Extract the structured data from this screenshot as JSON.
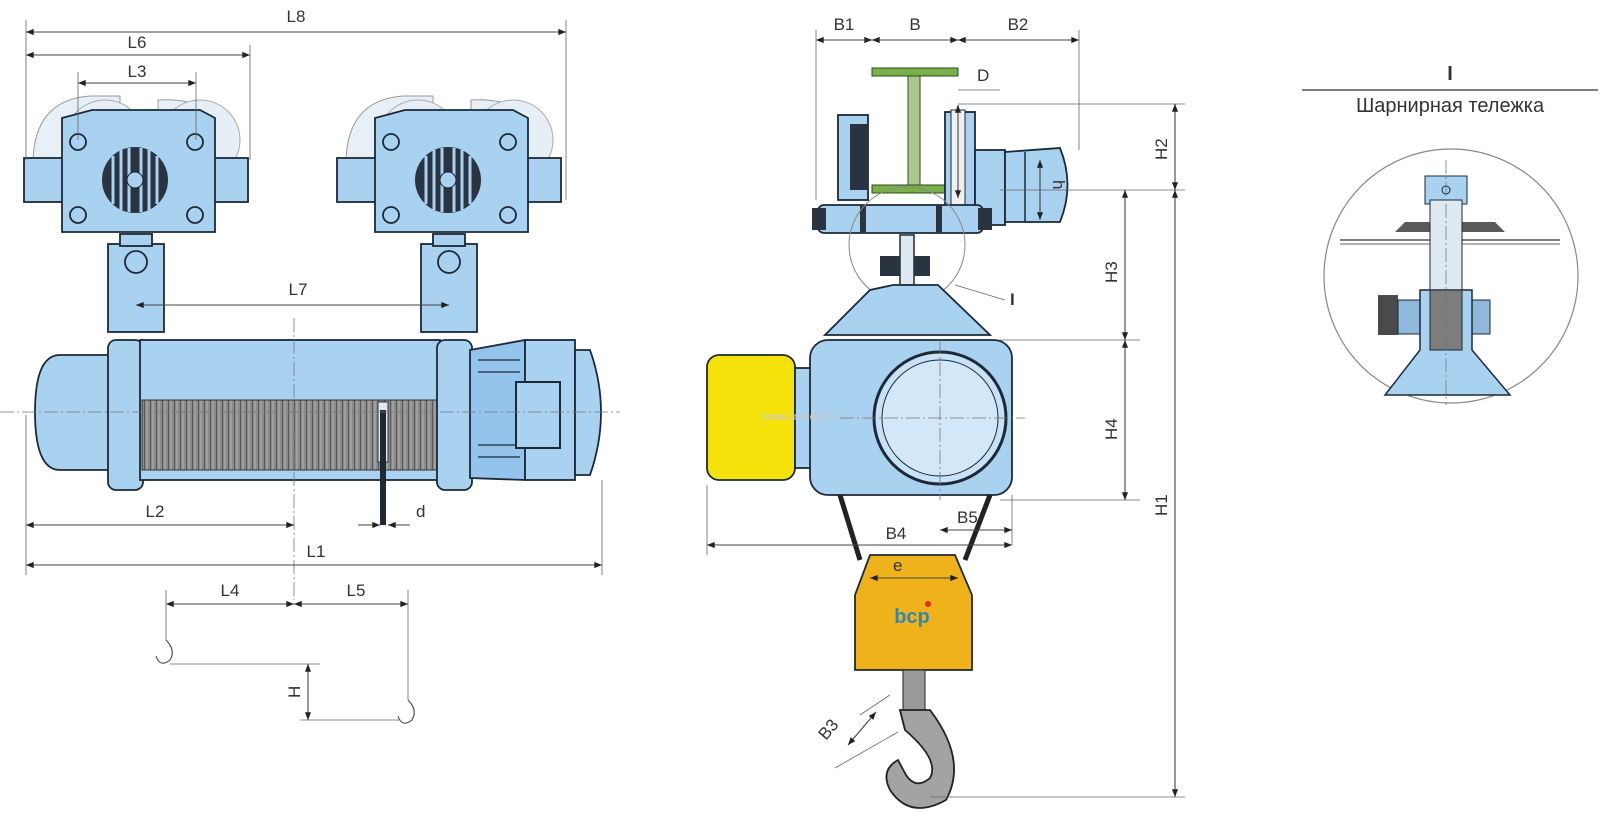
{
  "front_view": {
    "dimension_labels": {
      "L8": "L8",
      "L6": "L6",
      "L3": "L3",
      "L7": "L7",
      "L2": "L2",
      "L1": "L1",
      "d": "d",
      "L4": "L4",
      "L5": "L5",
      "H": "H"
    }
  },
  "side_view": {
    "dimension_labels": {
      "B1": "B1",
      "B": "B",
      "B2": "B2",
      "D": "D",
      "h": "h",
      "H2": "H2",
      "H3": "H3",
      "H4": "H4",
      "H1": "H1",
      "B4": "B4",
      "B5": "B5",
      "e": "e",
      "B3": "B3"
    },
    "detail_marker": "I",
    "hook_block_logo": "bcp",
    "watermark": "www.cranetel.ru"
  },
  "detail": {
    "marker": "I",
    "title": "Шарнирная тележка"
  },
  "colors": {
    "body": "#a9d1f0",
    "motor_yellow": "#f4e20a",
    "hook_block": "#f0b21b",
    "hook": "#9a9a9a",
    "outline": "#1b2a36"
  }
}
